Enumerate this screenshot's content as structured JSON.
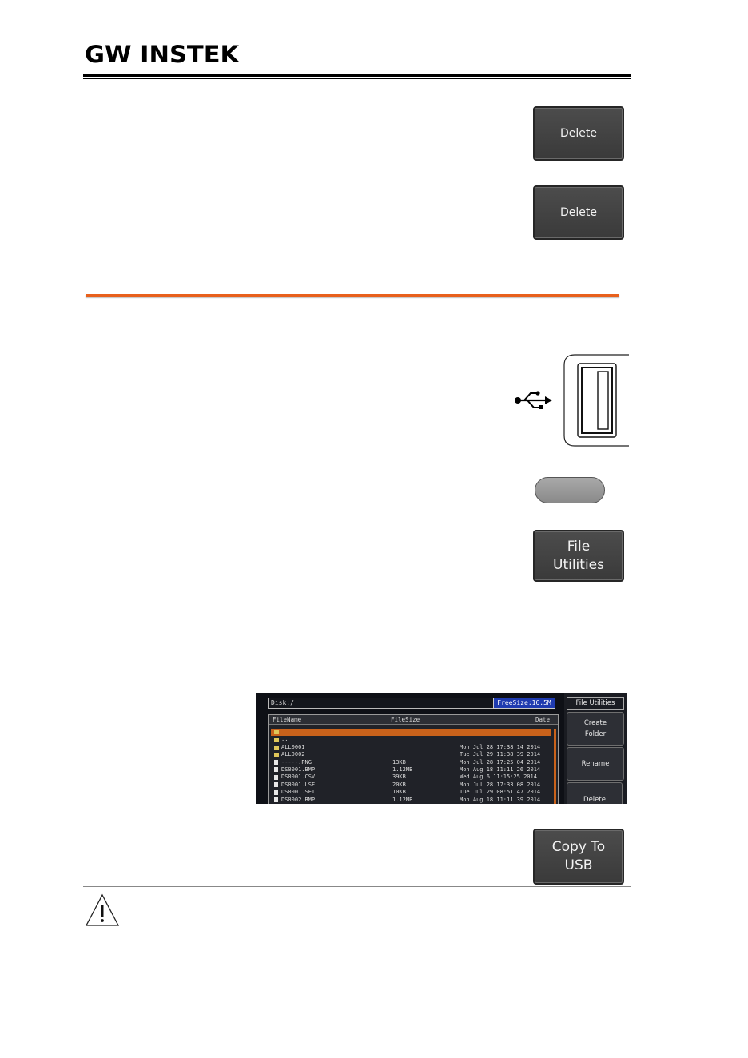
{
  "header": {
    "brand": "GW INSTEK"
  },
  "buttons": {
    "delete_1": "Delete",
    "delete_2": "Delete",
    "file_utilities": "File\nUtilities",
    "copy_to_usb": "Copy To\nUSB"
  },
  "icons": {
    "usb": "usb-icon",
    "usb_port": "usb-port-icon",
    "warning": "warning-icon",
    "folder": "folder-icon",
    "file": "file-icon"
  },
  "colors": {
    "accent_rule": "#e8601c",
    "selection": "#c8621b",
    "free_size_bg": "#1f3bb0"
  },
  "screen": {
    "path": "Disk:/",
    "free_size": "FreeSize:16.5M",
    "columns": [
      "FileName",
      "FileSize",
      "Date"
    ],
    "rows": [
      {
        "type": "folder",
        "name": "",
        "size": "",
        "date": "",
        "selected": true
      },
      {
        "type": "folder",
        "name": "..",
        "size": "",
        "date": "",
        "selected": false
      },
      {
        "type": "folder",
        "name": "ALL0001",
        "size": "",
        "date": "Mon Jul 28 17:38:14 2014",
        "selected": false
      },
      {
        "type": "folder",
        "name": "ALL0002",
        "size": "",
        "date": "Tue Jul 29 11:38:39 2014",
        "selected": false
      },
      {
        "type": "file",
        "name": "-----.PNG",
        "size": "13KB",
        "date": "Mon Jul 28 17:25:04 2014",
        "selected": false
      },
      {
        "type": "file",
        "name": "DS0001.BMP",
        "size": "1.12MB",
        "date": "Mon Aug 18 11:11:26 2014",
        "selected": false
      },
      {
        "type": "file",
        "name": "DS0001.CSV",
        "size": "39KB",
        "date": "Wed Aug  6 11:15:25 2014",
        "selected": false
      },
      {
        "type": "file",
        "name": "DS0001.LSF",
        "size": "20KB",
        "date": "Mon Jul 28 17:33:08 2014",
        "selected": false
      },
      {
        "type": "file",
        "name": "DS0001.SET",
        "size": "10KB",
        "date": "Tue Jul 29 08:51:47 2014",
        "selected": false
      },
      {
        "type": "file",
        "name": "DS0002.BMP",
        "size": "1.12MB",
        "date": "Mon Aug 18 11:11:39 2014",
        "selected": false
      }
    ],
    "menu": {
      "title": "File Utilities",
      "items": [
        "Create\nFolder",
        "Rename",
        "Delete"
      ]
    }
  }
}
